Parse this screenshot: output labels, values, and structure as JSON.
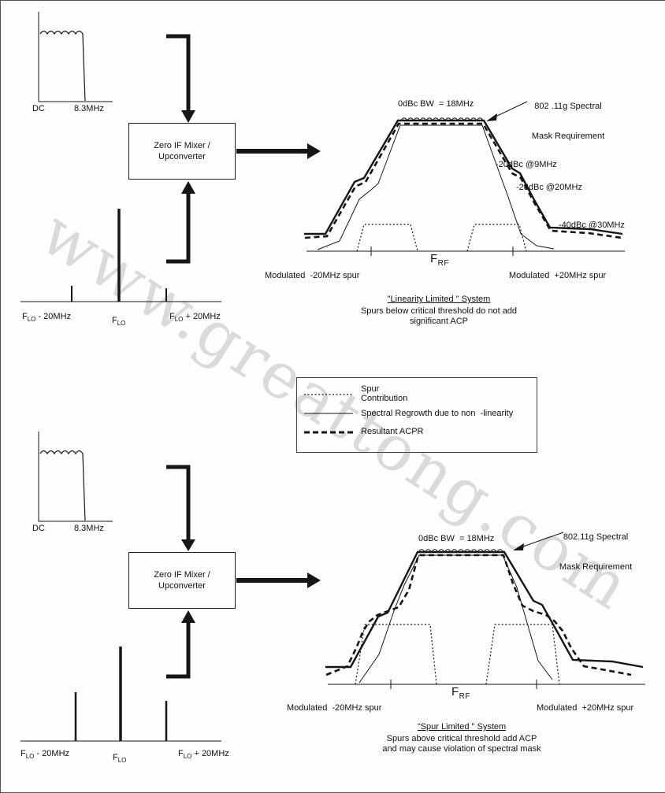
{
  "watermark": "www.greattong.com",
  "top": {
    "baseband": {
      "x0": "DC",
      "x1": "8.3MHz"
    },
    "mixer": {
      "line1": "Zero IF Mixer /",
      "line2": "Upconverter"
    },
    "lo": {
      "left": {
        "pre": "F",
        "sub": "LO",
        "post": " - 20MHz"
      },
      "center": {
        "pre": "F",
        "sub": "LO",
        "post": ""
      },
      "right": {
        "pre": "F",
        "sub": "LO",
        "post": " + 20MHz"
      }
    },
    "spectrum": {
      "mask1": "802 .11g Spectral",
      "mask2": "Mask Requirement",
      "bw": "0dBc BW  = 18MHz",
      "m20": "-20dBc @9MHz",
      "m28": "-28dBc @20MHz",
      "m40": "-40dBc @30MHz",
      "frf": {
        "pre": "F",
        "sub": "RF"
      },
      "spur_left": "Modulated  -20MHz spur",
      "spur_right": "Modulated  +20MHz spur"
    },
    "caption": {
      "title": "\"Linearity Limited \" System",
      "line1": "Spurs below critical threshold do not add",
      "line2": "significant ACP"
    }
  },
  "legend": {
    "item1a": "Spur",
    "item1b": "Contribution",
    "item2": "Spectral Regrowth due to non  -linearity",
    "item3": "Resultant ACPR"
  },
  "bottom": {
    "baseband": {
      "x0": "DC",
      "x1": "8.3MHz"
    },
    "mixer": {
      "line1": "Zero IF Mixer /",
      "line2": "Upconverter"
    },
    "lo": {
      "left": {
        "pre": "F",
        "sub": "LO",
        "post": " - 20MHz"
      },
      "center": {
        "pre": "F",
        "sub": "LO",
        "post": ""
      },
      "right": {
        "pre": "F",
        "sub": "LO",
        "post": " + 20MHz"
      }
    },
    "spectrum": {
      "mask1": "802.11g Spectral",
      "mask2": "Mask Requirement",
      "bw": "0dBc BW  = 18MHz",
      "frf": {
        "pre": "F",
        "sub": "RF"
      },
      "spur_left": "Modulated  -20MHz spur",
      "spur_right": "Modulated  +20MHz spur"
    },
    "caption": {
      "title": "\"Spur Limited \" System",
      "line1": "Spurs above critical threshold add ACP",
      "line2": "and may cause violation of spectral mask"
    }
  }
}
